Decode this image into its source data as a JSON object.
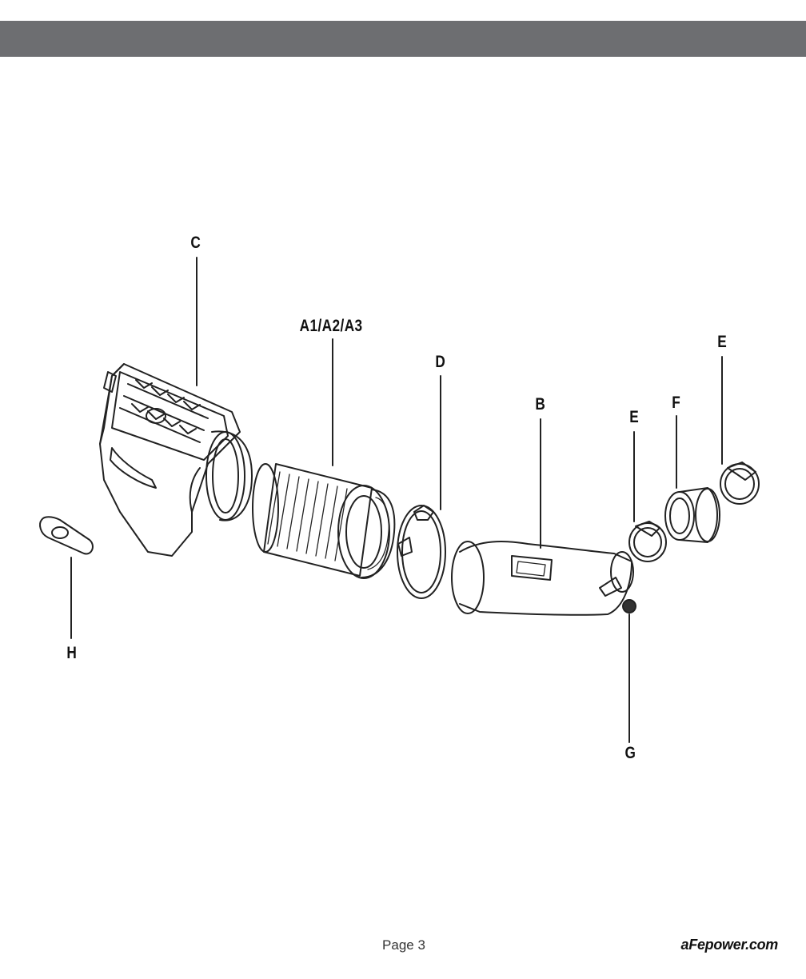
{
  "labels": {
    "c": "C",
    "a": "A1/A2/A3",
    "d": "D",
    "b": "B",
    "e1": "E",
    "f": "F",
    "e2": "E",
    "h": "H",
    "g": "G"
  },
  "footer": {
    "page": "Page 3",
    "site": "aFepower.com"
  },
  "colors": {
    "header_bar": "#6d6e71",
    "line_art": "#222222"
  }
}
